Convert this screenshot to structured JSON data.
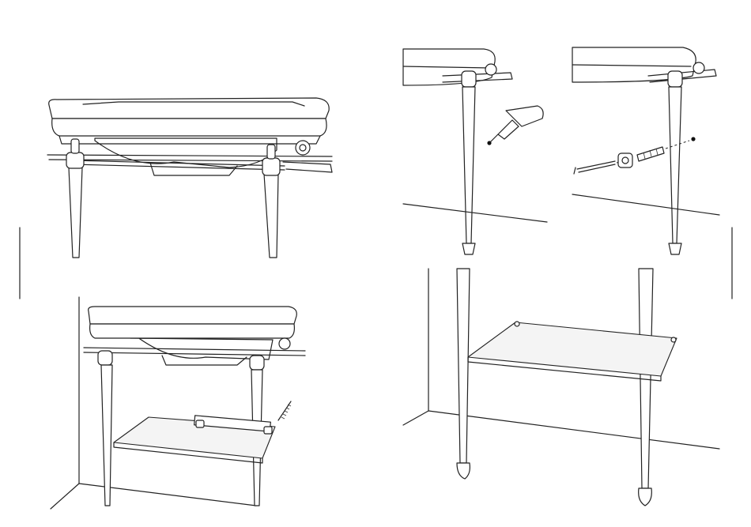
{
  "figure": {
    "panels": [
      {
        "id": "panel-1",
        "subject": "console-sink-with-towel-bar"
      },
      {
        "id": "panel-2",
        "subject": "drill-wall-hole"
      },
      {
        "id": "panel-3",
        "subject": "install-wall-anchor-and-bracket"
      },
      {
        "id": "panel-4",
        "subject": "attach-shelf-bracket-to-leg"
      },
      {
        "id": "panel-5",
        "subject": "glass-shelf-installed"
      }
    ],
    "colors": {
      "line": "#222222",
      "shelf_fill": "#f4f4f4",
      "background": "#ffffff"
    },
    "icons": [
      "drill-icon",
      "screw-icon",
      "wall-anchor-icon",
      "bracket-icon",
      "screwdriver-icon"
    ]
  }
}
